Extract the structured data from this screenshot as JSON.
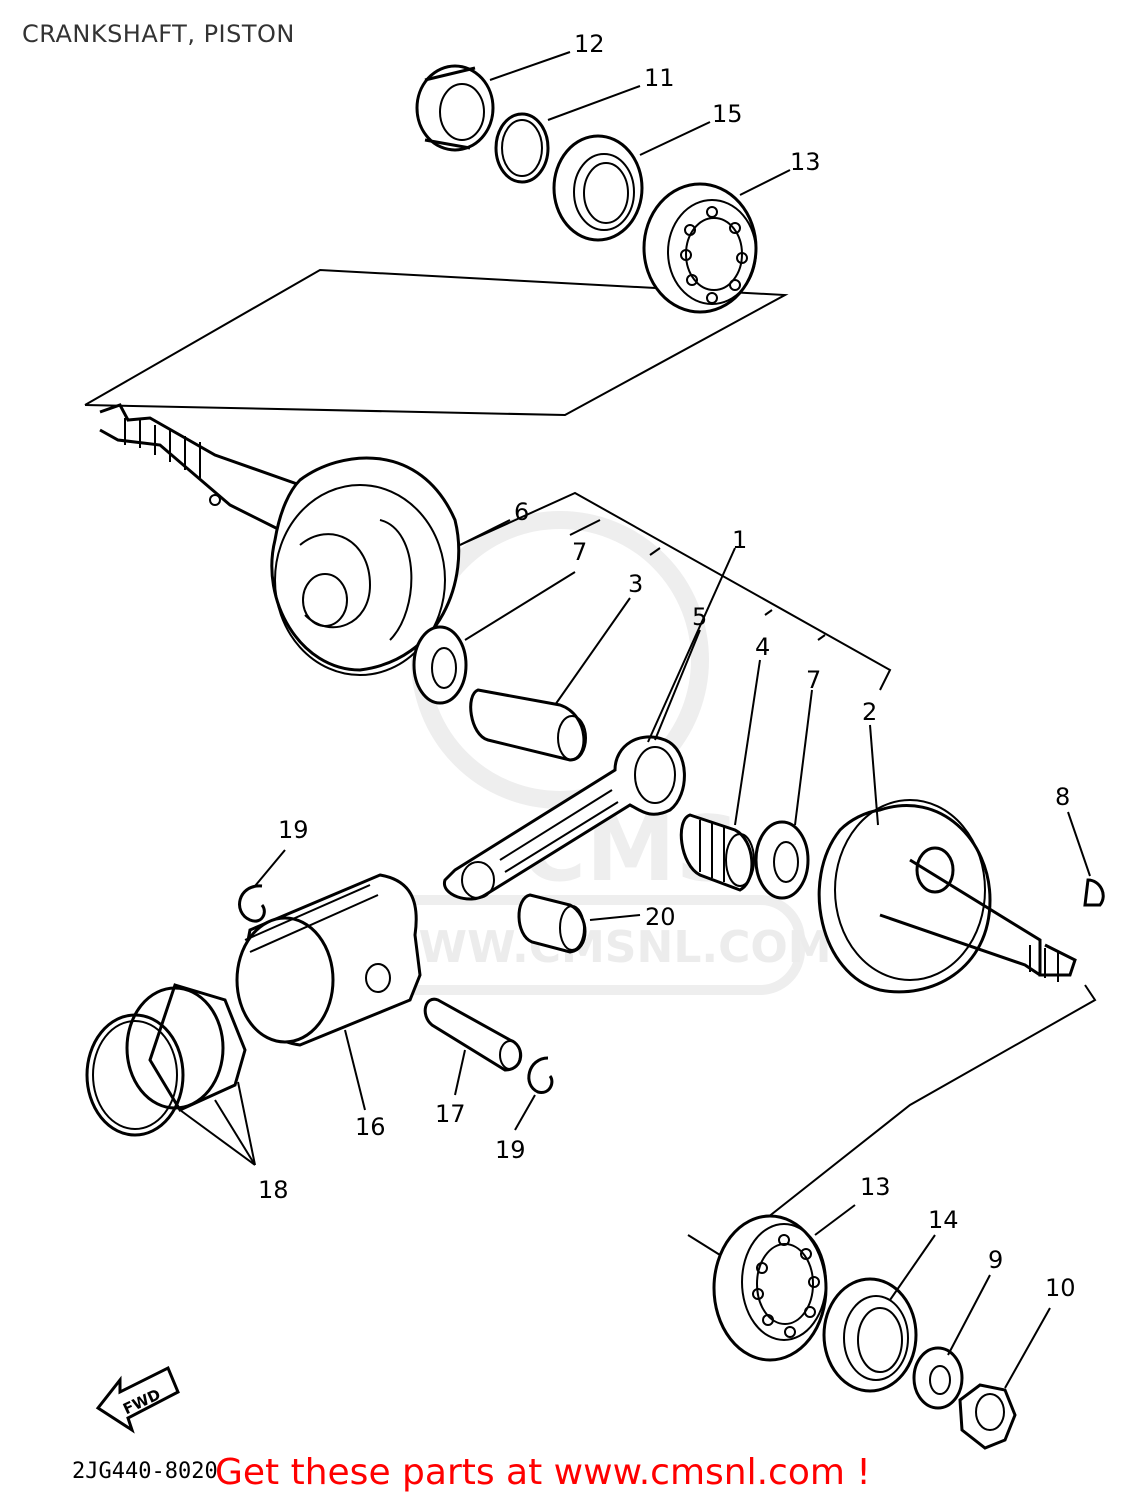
{
  "title": "CRANKSHAFT, PISTON",
  "promo": "Get these parts at www.cmsnl.com !",
  "drawing_code": "2JG440-8020",
  "fwd_label": "FWD",
  "watermark": {
    "brand": "CMS",
    "url": "WWW.CMSNL.COM"
  },
  "callouts": {
    "c1": "1",
    "c2": "2",
    "c3": "3",
    "c4": "4",
    "c5": "5",
    "c6": "6",
    "c7a": "7",
    "c7b": "7",
    "c8": "8",
    "c9": "9",
    "c10": "10",
    "c11": "11",
    "c12": "12",
    "c13a": "13",
    "c13b": "13",
    "c14": "14",
    "c15": "15",
    "c16": "16",
    "c17": "17",
    "c18": "18",
    "c19a": "19",
    "c19b": "19",
    "c20": "20"
  },
  "colors": {
    "line": "#000000",
    "promo": "#ff0000",
    "watermark": "#ececec"
  }
}
